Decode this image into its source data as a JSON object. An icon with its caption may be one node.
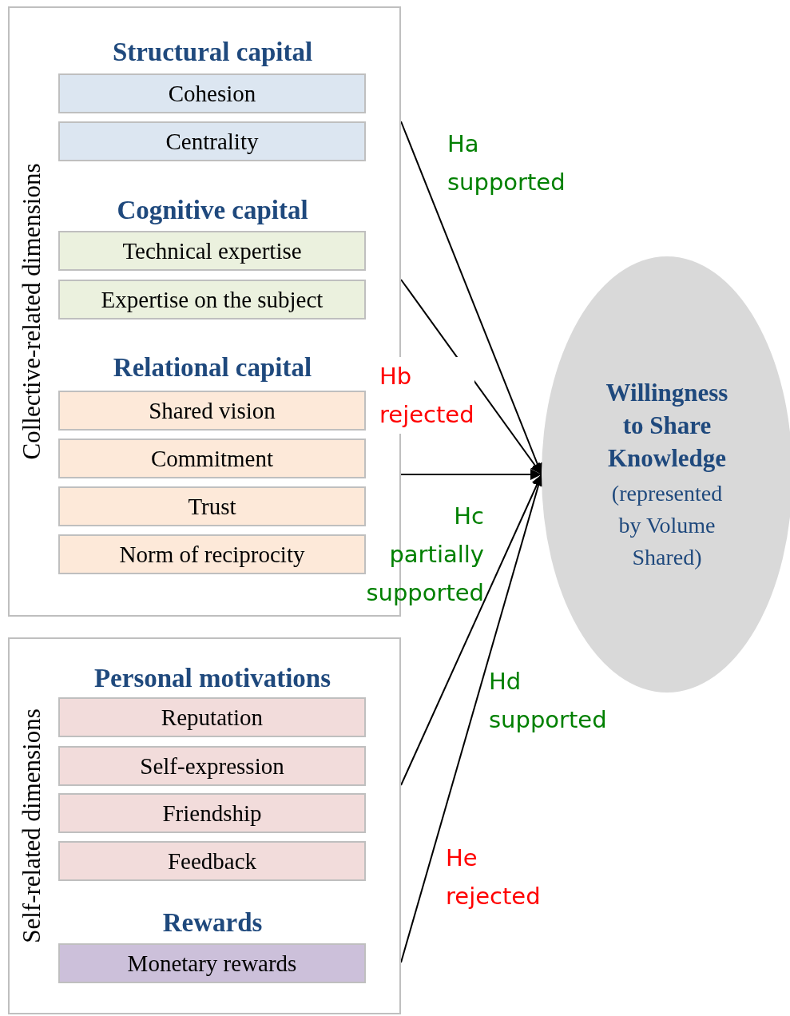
{
  "diagram": {
    "nodes": [
      {
        "text": [
          "Collective-related dimensions"
        ]
      },
      {
        "text": [
          "Cohesion"
        ],
        "in": 0
      },
      {
        "text": [
          "Centrality"
        ],
        "in": 0
      },
      {
        "text": [
          "Technical expertise"
        ],
        "in": 0
      },
      {
        "text": [
          "Expertise on the subject"
        ],
        "in": 0
      },
      {
        "text": [
          "Shared vision"
        ],
        "in": 0
      },
      {
        "text": [
          "Commitment"
        ],
        "in": 0
      },
      {
        "text": [
          "Trust"
        ],
        "in": 0
      },
      {
        "text": [
          "Norm of reciprocity"
        ],
        "in": 0
      },
      {
        "text": [
          "Self-related dimensions"
        ]
      },
      {
        "text": [
          "Reputation"
        ],
        "in": 9
      },
      {
        "text": [
          "Self-expression"
        ],
        "in": 9
      },
      {
        "text": [
          "Friendship"
        ],
        "in": 9
      },
      {
        "text": [
          "Feedback"
        ],
        "in": 9
      },
      {
        "text": [
          "Monetary rewards"
        ],
        "in": 9
      },
      {
        "text": [
          "Willingness to Share Knowledge",
          "(represented by Volume Shared)"
        ]
      }
    ],
    "edges": [
      {
        "from": 0,
        "to": 15,
        "arrow": "to",
        "label": "Ha supported"
      },
      {
        "from": 0,
        "to": 15,
        "arrow": "to",
        "label": "Hb rejected"
      },
      {
        "from": 0,
        "to": 15,
        "arrow": "to",
        "label": "Hc partially supported"
      },
      {
        "from": 9,
        "to": 15,
        "arrow": "to",
        "label": "Hd supported"
      },
      {
        "from": 9,
        "to": 15,
        "arrow": "to",
        "label": "He rejected"
      }
    ],
    "labels": [
      "Structural capital",
      "Cognitive capital",
      "Relational capital",
      "Personal motivations",
      "Rewards"
    ]
  }
}
